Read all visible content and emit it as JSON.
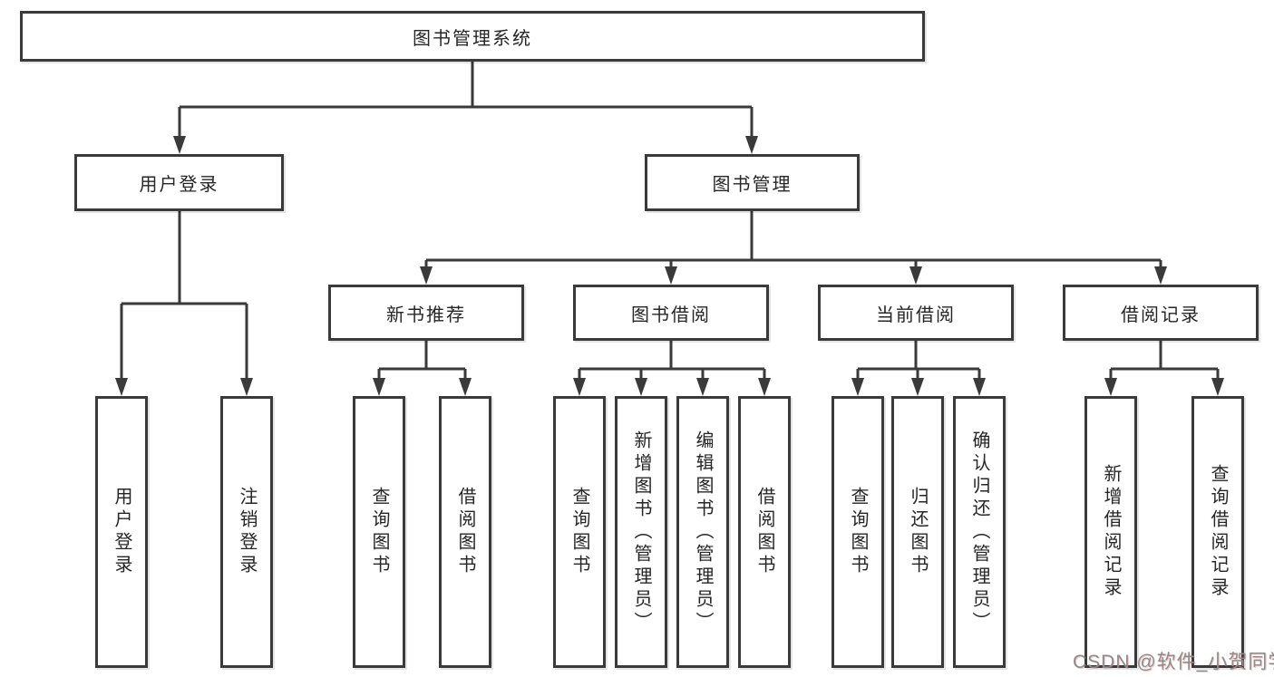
{
  "diagram": {
    "title": "图书管理系统",
    "children": [
      {
        "label": "用户登录",
        "children": [
          {
            "label": "用户登录"
          },
          {
            "label": "注销登录"
          }
        ]
      },
      {
        "label": "图书管理",
        "children": [
          {
            "label": "新书推荐",
            "children": [
              {
                "label": "查询图书"
              },
              {
                "label": "借阅图书"
              }
            ]
          },
          {
            "label": "图书借阅",
            "children": [
              {
                "label": "查询图书"
              },
              {
                "label": "新增图书（管理员）"
              },
              {
                "label": "编辑图书（管理员）"
              },
              {
                "label": "借阅图书"
              }
            ]
          },
          {
            "label": "当前借阅",
            "children": [
              {
                "label": "查询图书"
              },
              {
                "label": "归还图书"
              },
              {
                "label": "确认归还（管理员）"
              }
            ]
          },
          {
            "label": "借阅记录",
            "children": [
              {
                "label": "新增借阅记录"
              },
              {
                "label": "查询借阅记录"
              }
            ]
          }
        ]
      }
    ]
  },
  "watermark": {
    "text": "CSDN @软件_小贺同学"
  },
  "colors": {
    "line": "#3a3a3a",
    "box_border": "#3a3a3a",
    "box_fill": "#ffffff",
    "text": "#262626",
    "watermark": "#8c8c8c",
    "background": "#ffffff"
  }
}
